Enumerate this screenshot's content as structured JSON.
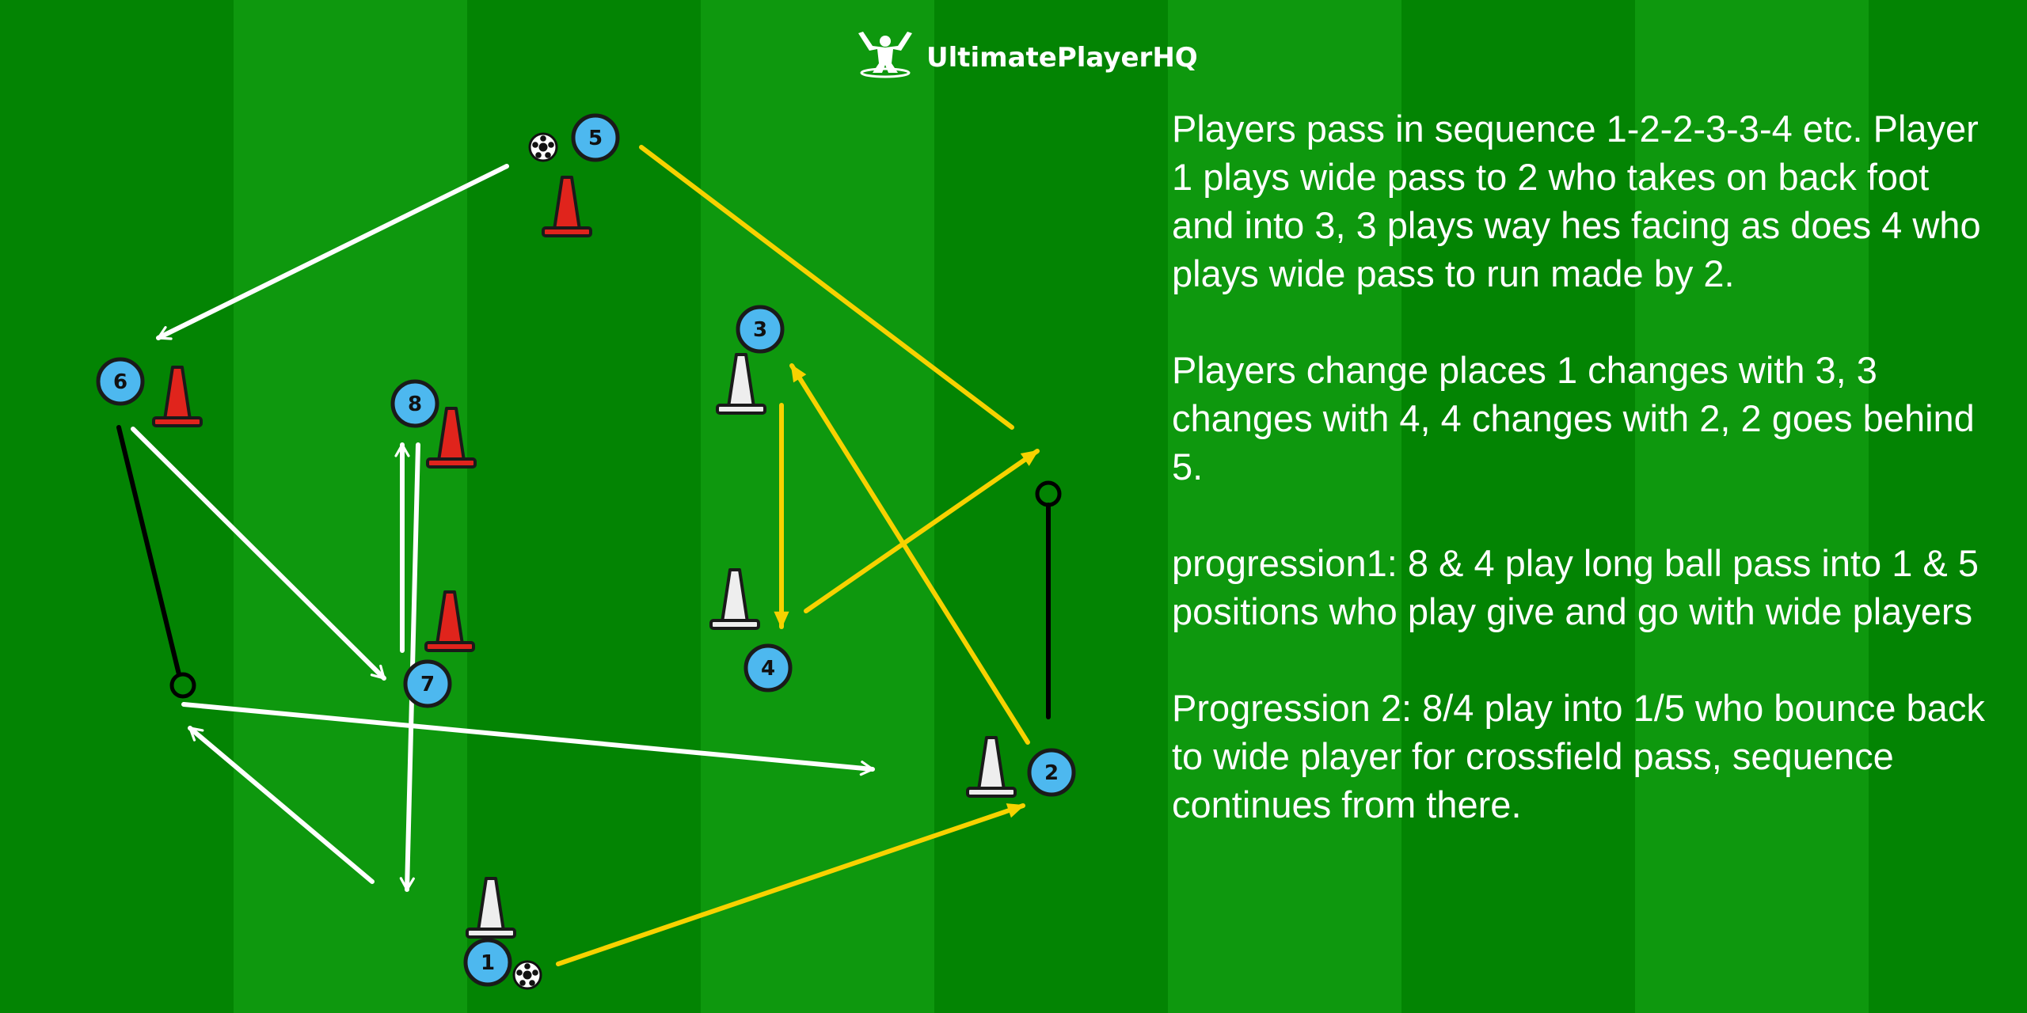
{
  "brand": {
    "name": "UltimatePlayerHQ",
    "logo_icon": "player-celebrating-icon"
  },
  "colors": {
    "pitch_stripe_dark": "#038403",
    "pitch_stripe_light": "#0e980e",
    "player_fill": "#4db8ef",
    "cone_red": "#e0241c",
    "cone_white": "#eeeeee",
    "pass_white": "#ffffff",
    "pass_yellow": "#f7d200",
    "run_black": "#000000"
  },
  "players": [
    {
      "id": "player-1",
      "label": "1",
      "has_ball": true
    },
    {
      "id": "player-2",
      "label": "2",
      "has_ball": false
    },
    {
      "id": "player-3",
      "label": "3",
      "has_ball": false
    },
    {
      "id": "player-4",
      "label": "4",
      "has_ball": false
    },
    {
      "id": "player-5",
      "label": "5",
      "has_ball": true
    },
    {
      "id": "player-6",
      "label": "6",
      "has_ball": false
    },
    {
      "id": "player-7",
      "label": "7",
      "has_ball": false
    },
    {
      "id": "player-8",
      "label": "8",
      "has_ball": false
    }
  ],
  "cones": [
    {
      "id": "cone-near-5",
      "color": "red"
    },
    {
      "id": "cone-near-6",
      "color": "red"
    },
    {
      "id": "cone-near-8",
      "color": "red"
    },
    {
      "id": "cone-near-7",
      "color": "red"
    },
    {
      "id": "cone-near-3",
      "color": "white"
    },
    {
      "id": "cone-near-4",
      "color": "white"
    },
    {
      "id": "cone-near-2",
      "color": "white"
    },
    {
      "id": "cone-near-1",
      "color": "white"
    }
  ],
  "instructions": {
    "p1": "Players pass in sequence 1-2-2-3-3-4 etc. Player 1 plays wide pass to 2 who takes on back foot and into 3, 3 plays way hes facing as does 4 who plays wide pass to run made by 2.",
    "p2": "Players change places 1 changes with 3, 3 changes with 4, 4 changes with 2, 2 goes behind 5.",
    "p3": "progression1: 8 & 4 play long ball pass into 1 & 5 positions who play give and go with wide players",
    "p4": "Progression 2: 8/4 play into 1/5 who bounce back to wide player for crossfield pass, sequence continues from there."
  }
}
